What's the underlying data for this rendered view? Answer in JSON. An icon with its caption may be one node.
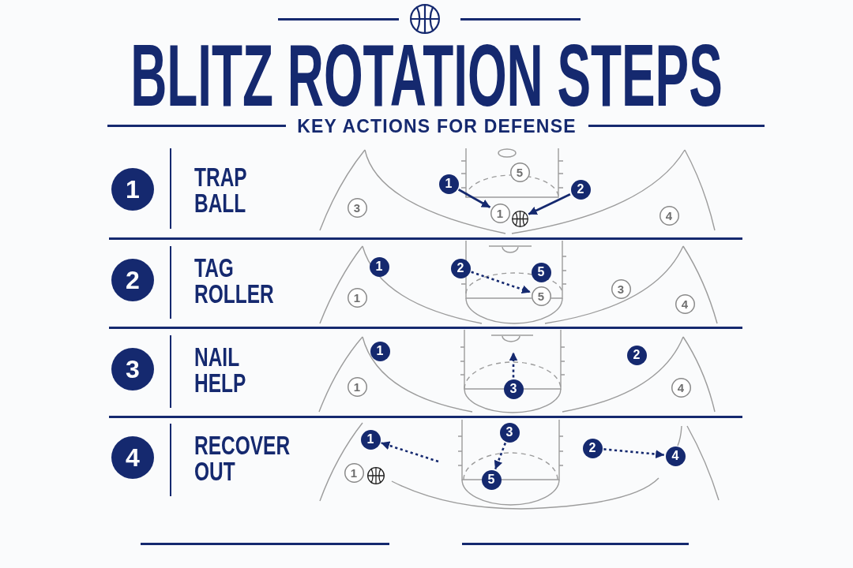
{
  "diagram": {
    "title": "BLITZ ROTATION STEPS",
    "nodes": [
      {
        "text": [
          "1"
        ],
        "beside": [
          "TRAP BALL"
        ]
      },
      {
        "text": [
          "3"
        ]
      },
      {
        "text": [
          "1"
        ]
      },
      {
        "text": [
          "5"
        ]
      },
      {
        "text": [
          "1"
        ]
      },
      {
        "text": [],
        "shape": "ball"
      },
      {
        "text": [
          "2"
        ]
      },
      {
        "text": [
          "4"
        ]
      },
      {
        "text": [
          "2"
        ],
        "beside": [
          "TAG ROLLER"
        ]
      },
      {
        "text": [
          "1"
        ]
      },
      {
        "text": [
          "1"
        ]
      },
      {
        "text": [
          "2"
        ]
      },
      {
        "text": [
          "5"
        ]
      },
      {
        "text": [
          "5"
        ]
      },
      {
        "text": [
          "3"
        ]
      },
      {
        "text": [
          "4"
        ]
      },
      {
        "text": [
          "3"
        ],
        "beside": [
          "NAIL HELP"
        ]
      },
      {
        "text": [
          "1"
        ]
      },
      {
        "text": [
          "1"
        ]
      },
      {
        "text": [
          "3"
        ]
      },
      {
        "text": [
          "2"
        ]
      },
      {
        "text": [
          "4"
        ]
      },
      {
        "text": [
          "4"
        ],
        "beside": [
          "RECOVER OUT"
        ]
      },
      {
        "text": [
          "1"
        ]
      },
      {
        "text": [
          "1"
        ]
      },
      {
        "text": [],
        "shape": "ball"
      },
      {
        "text": [
          "3"
        ]
      },
      {
        "text": [
          "5"
        ]
      },
      {
        "text": [
          "2"
        ]
      },
      {
        "text": [
          "4"
        ]
      }
    ],
    "edges": [
      {
        "from": 2,
        "to": 4,
        "arrow": "to"
      },
      {
        "from": 6,
        "to": 5,
        "arrow": "to"
      },
      {
        "from": 11,
        "to": 13,
        "arrow": "to",
        "style": "dashed"
      },
      {
        "from": 19,
        "to": null,
        "arrow": "to",
        "style": "dashed"
      },
      {
        "from": null,
        "to": 23,
        "arrow": "to",
        "style": "dashed"
      },
      {
        "from": 26,
        "to": 27,
        "arrow": "to",
        "style": "dashed"
      },
      {
        "from": 28,
        "to": 29,
        "arrow": "to",
        "style": "dashed"
      }
    ],
    "labels": [
      "KEY ACTIONS FOR DEFENSE"
    ]
  }
}
